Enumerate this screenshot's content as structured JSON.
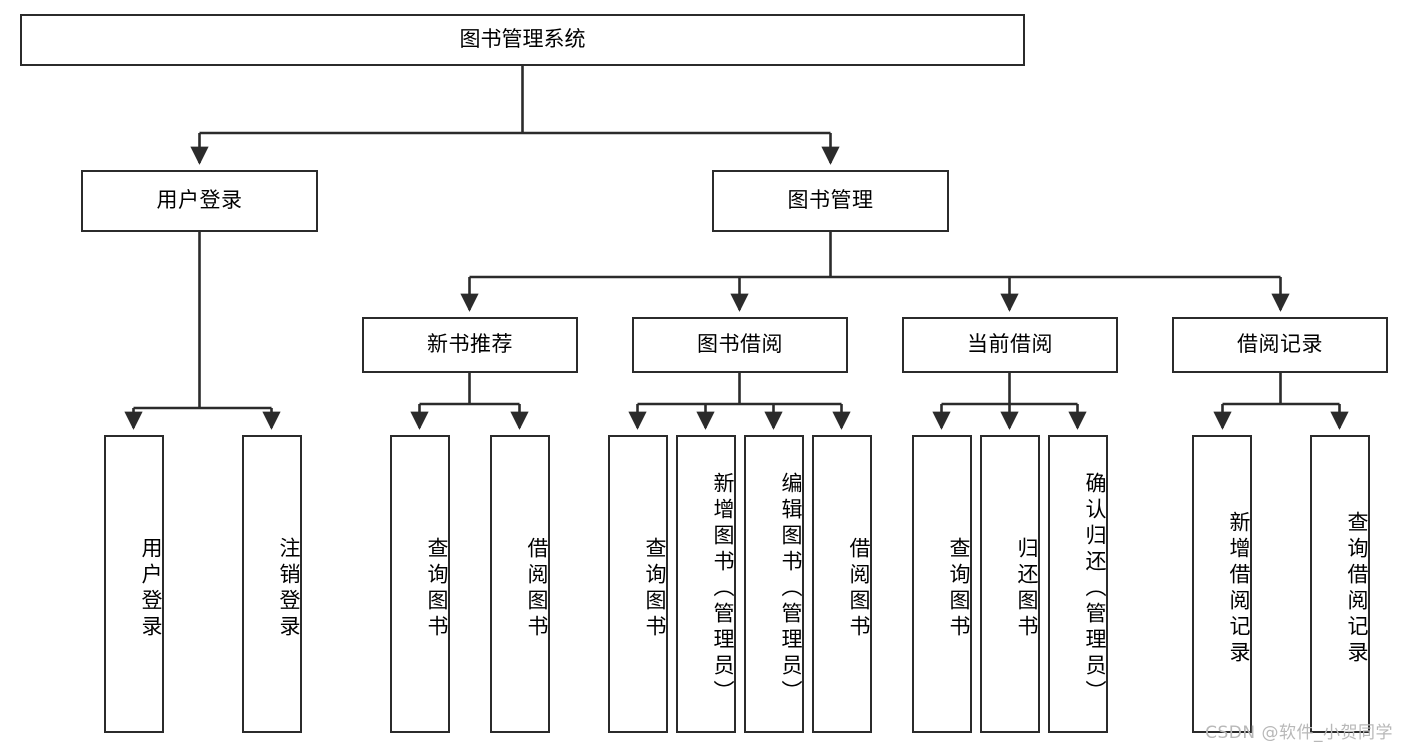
{
  "diagram": {
    "type": "tree-hierarchy",
    "title": "图书管理系统",
    "root": {
      "id": "root",
      "label": "图书管理系统"
    },
    "level2": [
      {
        "id": "user-login",
        "label": "用户登录"
      },
      {
        "id": "book-manage",
        "label": "图书管理"
      }
    ],
    "level3": [
      {
        "id": "new-book-recommend",
        "label": "新书推荐",
        "parent": "book-manage"
      },
      {
        "id": "book-borrow",
        "label": "图书借阅",
        "parent": "book-manage"
      },
      {
        "id": "current-borrow",
        "label": "当前借阅",
        "parent": "book-manage"
      },
      {
        "id": "borrow-record",
        "label": "借阅记录",
        "parent": "book-manage"
      }
    ],
    "leaves": [
      {
        "id": "leaf-user-login",
        "label": "用户登录",
        "parent": "user-login"
      },
      {
        "id": "leaf-user-logout",
        "label": "注销登录",
        "parent": "user-login"
      },
      {
        "id": "leaf-query-book-1",
        "label": "查询图书",
        "parent": "new-book-recommend"
      },
      {
        "id": "leaf-borrow-book-1",
        "label": "借阅图书",
        "parent": "new-book-recommend"
      },
      {
        "id": "leaf-query-book-2",
        "label": "查询图书",
        "parent": "book-borrow"
      },
      {
        "id": "leaf-add-book",
        "label": "新增图书（管理员）",
        "parent": "book-borrow"
      },
      {
        "id": "leaf-edit-book",
        "label": "编辑图书（管理员）",
        "parent": "book-borrow"
      },
      {
        "id": "leaf-borrow-book-2",
        "label": "借阅图书",
        "parent": "book-borrow"
      },
      {
        "id": "leaf-query-book-3",
        "label": "查询图书",
        "parent": "current-borrow"
      },
      {
        "id": "leaf-return-book",
        "label": "归还图书",
        "parent": "current-borrow"
      },
      {
        "id": "leaf-confirm-return",
        "label": "确认归还（管理员）",
        "parent": "current-borrow"
      },
      {
        "id": "leaf-add-record",
        "label": "新增借阅记录",
        "parent": "borrow-record"
      },
      {
        "id": "leaf-query-record",
        "label": "查询借阅记录",
        "parent": "borrow-record"
      }
    ],
    "colors": {
      "stroke": "#2b2b2b",
      "fill": "#ffffff",
      "text": "#000000",
      "watermark": "#b8b8b8"
    }
  },
  "watermark": {
    "text": "CSDN @软件_小贺同学"
  }
}
